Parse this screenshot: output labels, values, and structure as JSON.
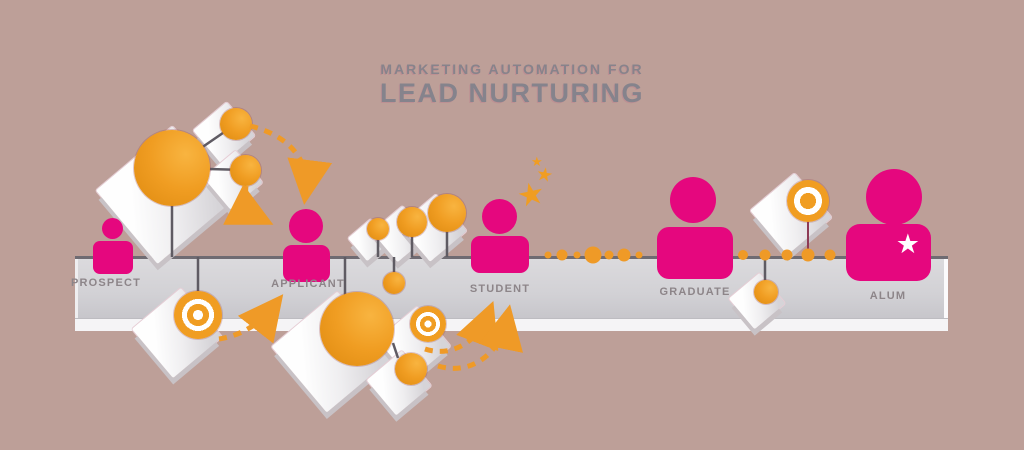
{
  "title": {
    "kicker": "MARKETING AUTOMATION FOR",
    "main": "LEAD NURTURING"
  },
  "stages": [
    {
      "id": "prospect",
      "label": "PROSPECT"
    },
    {
      "id": "applicant",
      "label": "APPLICANT"
    },
    {
      "id": "student",
      "label": "STUDENT"
    },
    {
      "id": "graduate",
      "label": "GRADUATE"
    },
    {
      "id": "alum",
      "label": "ALUM"
    }
  ],
  "glyphs": {
    "star": "★"
  },
  "colors": {
    "background": "#bd9f98",
    "person_pink": "#e5077e",
    "accent_orange": "#f09d22",
    "accent_orange_dark": "#de8a10",
    "bar_face": "#d2d1d5",
    "bar_top_edge": "#6f6b72",
    "bar_bottom_strip": "#f5f4f6",
    "label_gray": "#8d8589",
    "title_gray": "#85838c",
    "connector_gray": "#5f5b63",
    "connector_maroon": "#8e3a55",
    "star_white": "#ffffff"
  }
}
